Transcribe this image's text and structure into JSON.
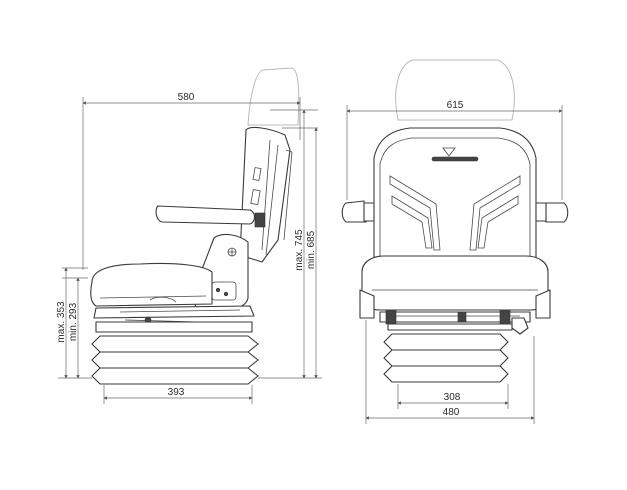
{
  "dimensions": {
    "side_depth": "580",
    "side_base_depth": "393",
    "side_height_max": "max. 353",
    "side_height_min": "min. 293",
    "side_back_max": "max. 745",
    "side_back_min": "min. 685",
    "front_width": "615",
    "front_base_width": "308",
    "front_total_width": "480"
  },
  "colors": {
    "line": "#3a3a3a",
    "dimension": "#6a6a6a",
    "faint": "#bbbbbb"
  }
}
